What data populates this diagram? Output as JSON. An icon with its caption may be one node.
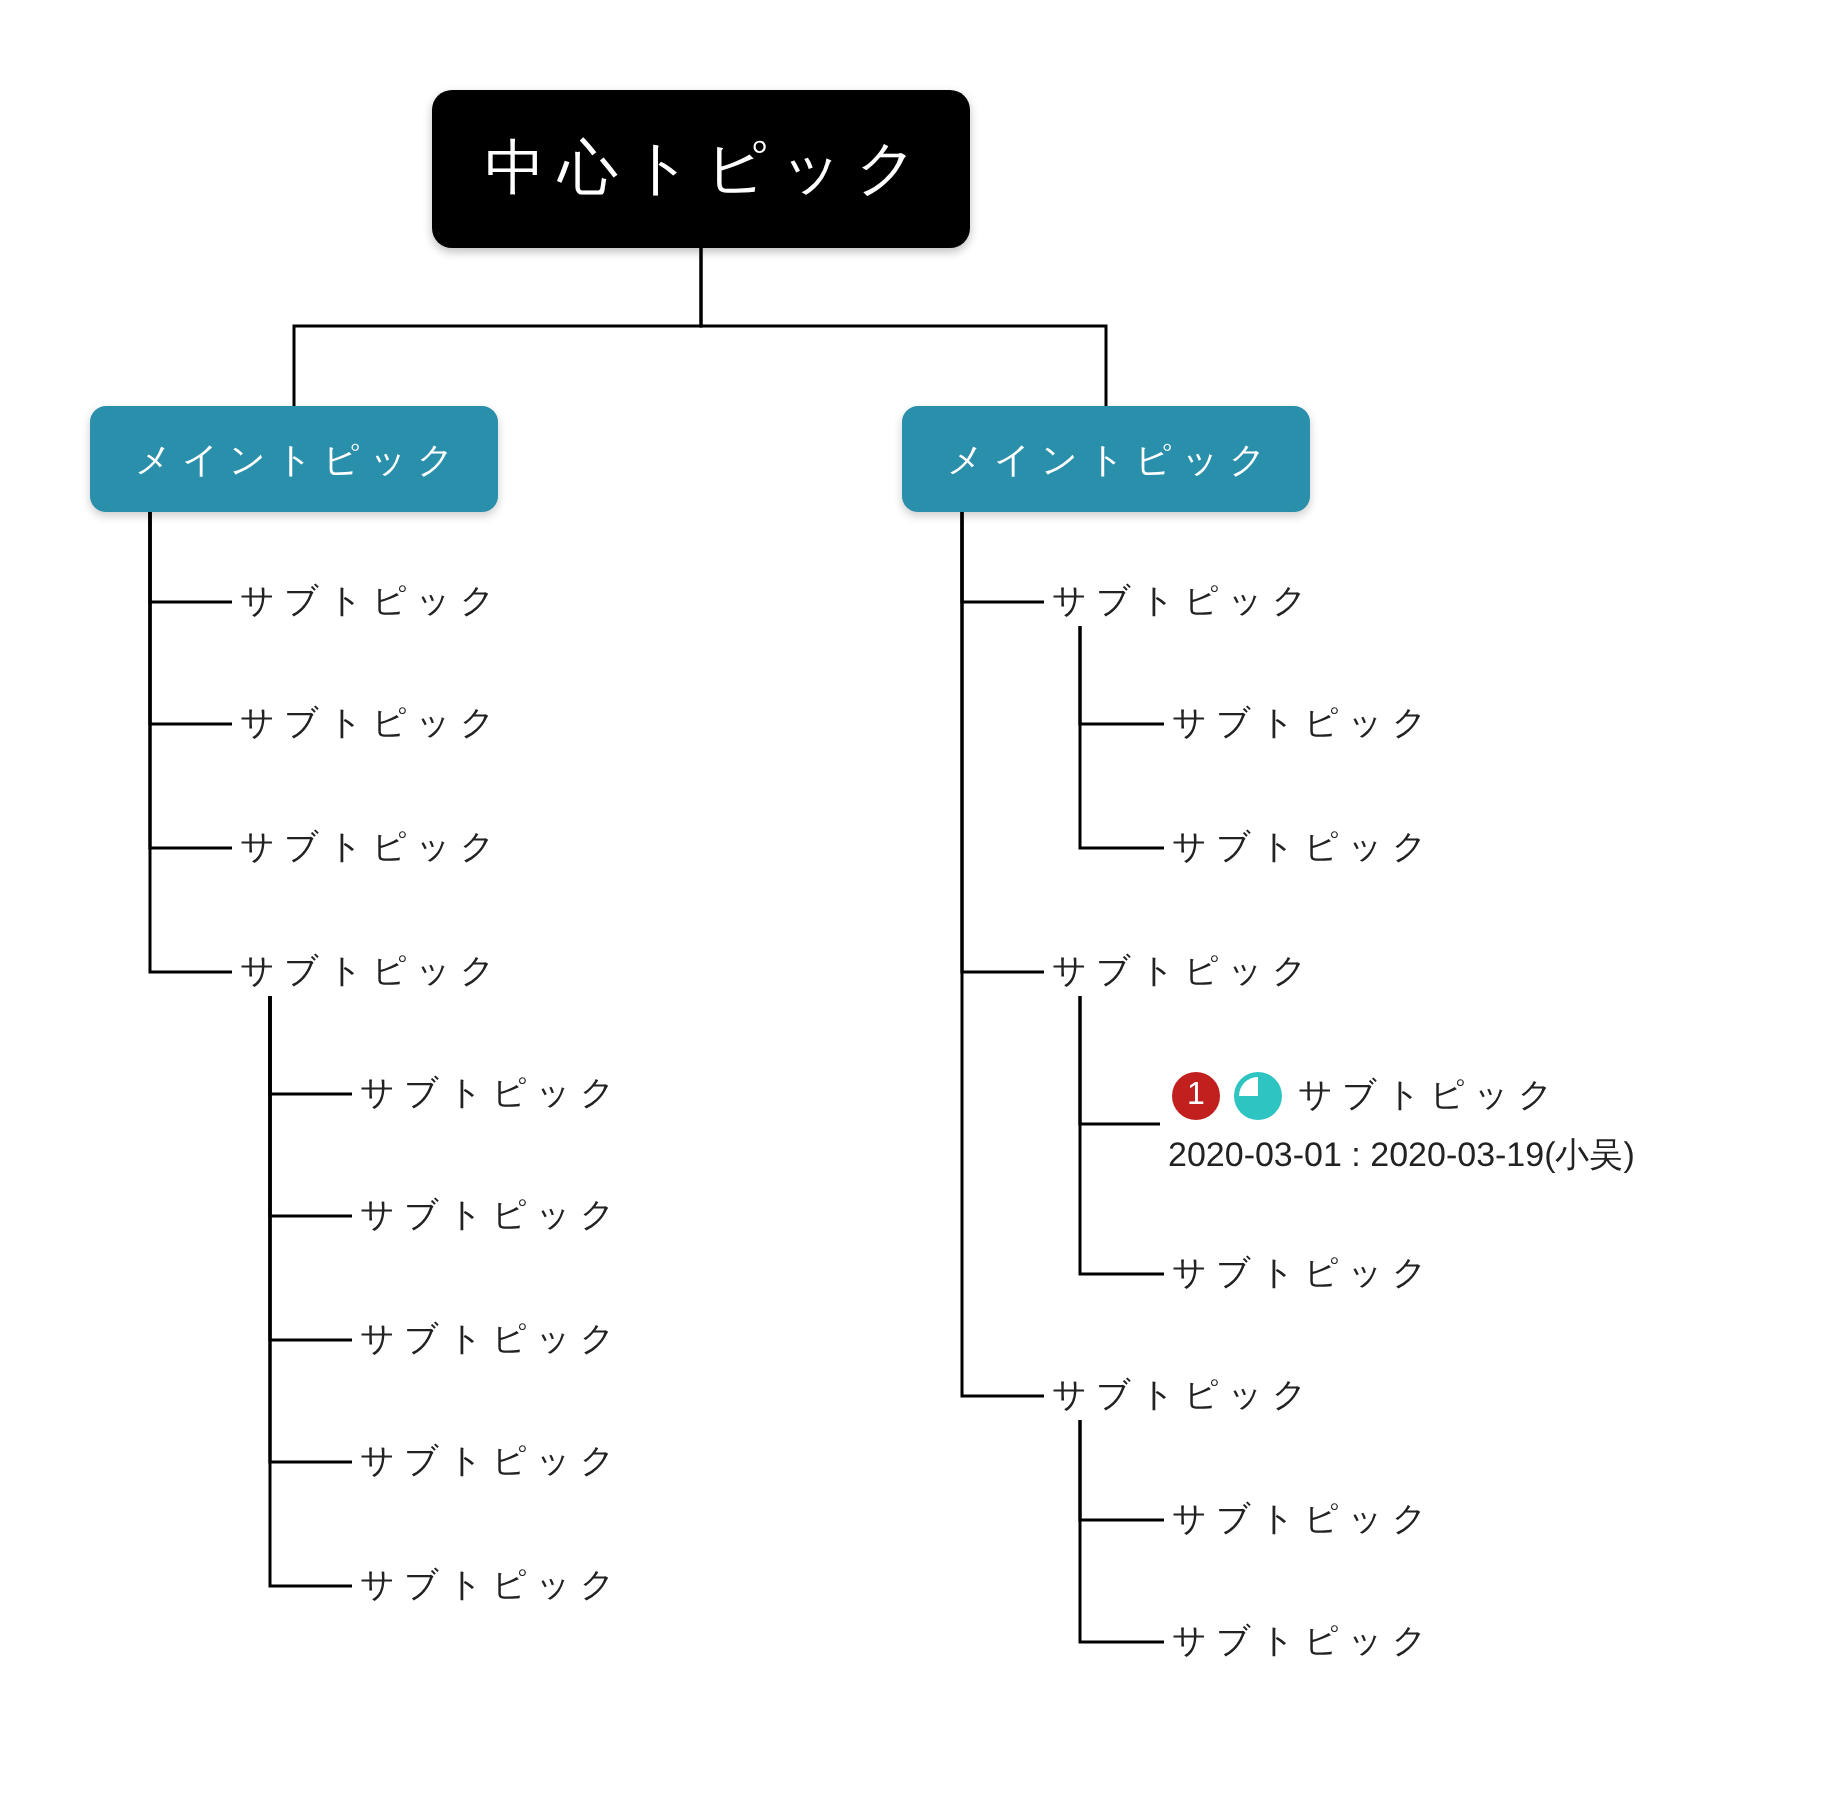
{
  "diagram": {
    "nodes": [
      {
        "text": [
          "中心トピック"
        ]
      },
      {
        "text": [
          "メイントピック"
        ]
      },
      {
        "text": [
          "メイントピック"
        ]
      },
      {
        "text": [
          "サブトピック"
        ]
      },
      {
        "text": [
          "サブトピック"
        ]
      },
      {
        "text": [
          "サブトピック"
        ]
      },
      {
        "text": [
          "サブトピック"
        ]
      },
      {
        "text": [
          "サブトピック"
        ]
      },
      {
        "text": [
          "サブトピック"
        ]
      },
      {
        "text": [
          "サブトピック"
        ]
      },
      {
        "text": [
          "サブトピック"
        ]
      },
      {
        "text": [
          "サブトピック"
        ]
      },
      {
        "text": [
          "サブトピック"
        ]
      },
      {
        "text": [
          "サブトピック"
        ]
      },
      {
        "text": [
          "サブトピック"
        ]
      },
      {
        "text": [
          "サブトピック"
        ]
      },
      {
        "text": [
          "1",
          "サブトピック",
          "2020-03-01 : 2020-03-19(小吴)"
        ]
      },
      {
        "text": [
          "サブトピック"
        ]
      },
      {
        "text": [
          "サブトピック"
        ]
      },
      {
        "text": [
          "サブトピック"
        ]
      },
      {
        "text": [
          "サブトピック"
        ]
      }
    ],
    "edges": [
      {
        "from": 0,
        "to": 1,
        "arrow": "none"
      },
      {
        "from": 0,
        "to": 2,
        "arrow": "none"
      },
      {
        "from": 1,
        "to": 3,
        "arrow": "none"
      },
      {
        "from": 1,
        "to": 4,
        "arrow": "none"
      },
      {
        "from": 1,
        "to": 5,
        "arrow": "none"
      },
      {
        "from": 1,
        "to": 6,
        "arrow": "none"
      },
      {
        "from": 6,
        "to": 7,
        "arrow": "none"
      },
      {
        "from": 6,
        "to": 8,
        "arrow": "none"
      },
      {
        "from": 6,
        "to": 9,
        "arrow": "none"
      },
      {
        "from": 6,
        "to": 10,
        "arrow": "none"
      },
      {
        "from": 6,
        "to": 11,
        "arrow": "none"
      },
      {
        "from": 2,
        "to": 12,
        "arrow": "none"
      },
      {
        "from": 12,
        "to": 13,
        "arrow": "none"
      },
      {
        "from": 12,
        "to": 14,
        "arrow": "none"
      },
      {
        "from": 2,
        "to": 15,
        "arrow": "none"
      },
      {
        "from": 15,
        "to": 16,
        "arrow": "none"
      },
      {
        "from": 15,
        "to": 17,
        "arrow": "none"
      },
      {
        "from": 2,
        "to": 18,
        "arrow": "none"
      },
      {
        "from": 18,
        "to": 19,
        "arrow": "none"
      },
      {
        "from": 18,
        "to": 20,
        "arrow": "none"
      }
    ]
  }
}
